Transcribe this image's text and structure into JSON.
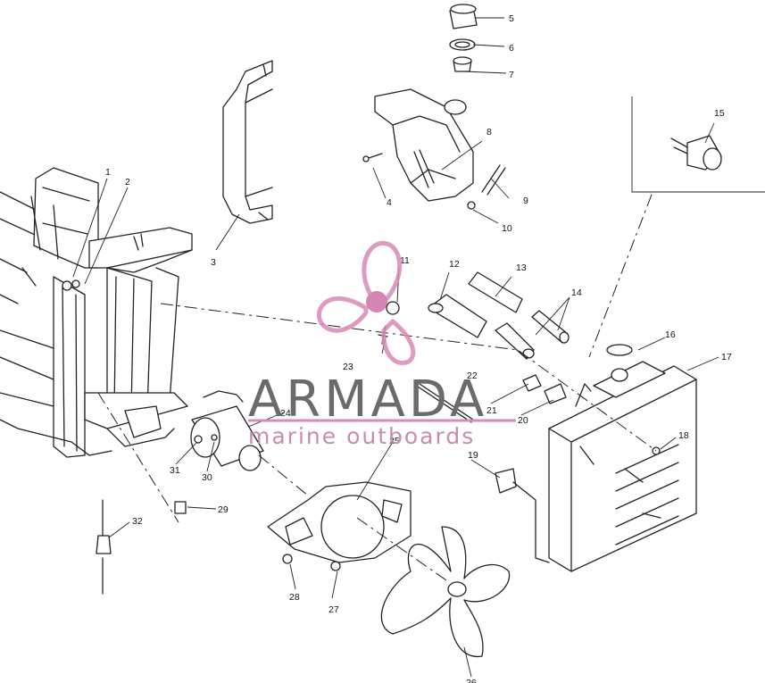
{
  "watermark": {
    "brand": "ARMADA",
    "tagline": "marine outboards",
    "colors": {
      "brand_text": "#6b6b6b",
      "accent": "#d06fa5",
      "rule": "#d98ab8"
    }
  },
  "callouts": [
    "1",
    "2",
    "3",
    "4",
    "5",
    "6",
    "7",
    "8",
    "9",
    "10",
    "11",
    "12",
    "13",
    "14",
    "15",
    "16",
    "17",
    "18",
    "19",
    "20",
    "21",
    "22",
    "23",
    "24",
    "25",
    "26",
    "27",
    "28",
    "29",
    "30",
    "31",
    "32"
  ]
}
